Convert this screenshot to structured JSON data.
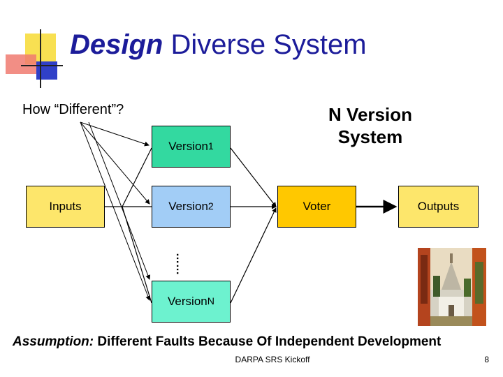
{
  "slide": {
    "title_em": "Design",
    "title_rest": " Diverse System",
    "question": "How “Different”?",
    "nversion_line1": "N Version",
    "nversion_line2": "System",
    "assumption_lead": "Assumption:",
    "assumption_text": " Different Faults Because Of Independent Development",
    "footer": "DARPA SRS Kickoff",
    "page_number": "8"
  },
  "diagram": {
    "inputs": "Inputs",
    "version1": {
      "base": "Version",
      "sub": "1"
    },
    "version2": {
      "base": "Version",
      "sub": "2"
    },
    "versionN": {
      "base": "Version",
      "sub": "N"
    },
    "voter": "Voter",
    "outputs": "Outputs",
    "ellipsis": "……"
  },
  "colors": {
    "title": "#1c1c9a",
    "yellow_box": "#fde66b",
    "version1": "#33d9a0",
    "version2": "#a2cdf6",
    "versionN": "#6df2cf",
    "voter": "#ffc800"
  },
  "images": {
    "painting": "church-painting"
  }
}
